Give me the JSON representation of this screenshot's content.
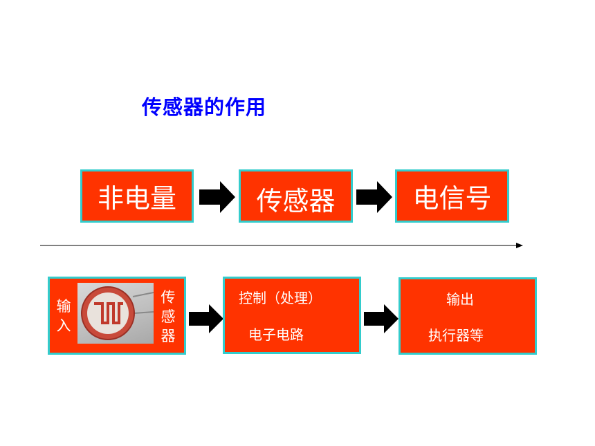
{
  "title": "传感器的作用",
  "row1": {
    "box1": "非电量",
    "box2": "传感器",
    "box3": "电信号"
  },
  "row2": {
    "input_chars": [
      "输",
      "入"
    ],
    "sensor_chars": [
      "传",
      "感",
      "器"
    ],
    "control_line1": "控制（处理）",
    "control_line2": "电子电路",
    "output_line1": "输出",
    "output_line2": "执行器等"
  },
  "colors": {
    "box_fill": "#ff3300",
    "box_border": "#33cccc",
    "title": "#0000ff",
    "text": "#ffffff"
  },
  "icons": [
    "right-block-arrow-icon",
    "timeline-arrow-icon",
    "photoresistor-image"
  ]
}
